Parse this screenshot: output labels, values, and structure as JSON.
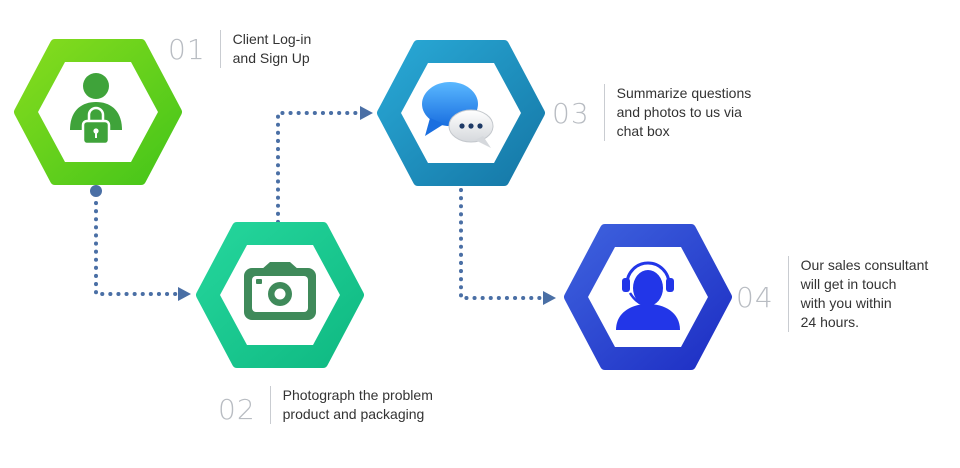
{
  "colors": {
    "step1_light": "#86dc1e",
    "step1_dark": "#45c51a",
    "step1_icon": "#3fa33a",
    "step2_light": "#25d69c",
    "step2_dark": "#0fb982",
    "step2_icon": "#3f8a5a",
    "step3_light": "#29a9d6",
    "step3_dark": "#1577a6",
    "step4_light": "#3e62de",
    "step4_dark": "#1d2ec4",
    "step4_icon": "#2236e8",
    "connector": "#4a6fa5"
  },
  "steps": [
    {
      "number": "01",
      "text": "Client Log-in\nand Sign Up",
      "icon": "user-lock-icon"
    },
    {
      "number": "02",
      "text": "Photograph the problem\nproduct and packaging",
      "icon": "camera-icon"
    },
    {
      "number": "03",
      "text": "Summarize questions\nand photos to us via\nchat box",
      "icon": "chat-bubbles-icon"
    },
    {
      "number": "04",
      "text": "Our sales consultant\nwill get in touch\nwith you within\n24 hours.",
      "icon": "headset-agent-icon"
    }
  ]
}
